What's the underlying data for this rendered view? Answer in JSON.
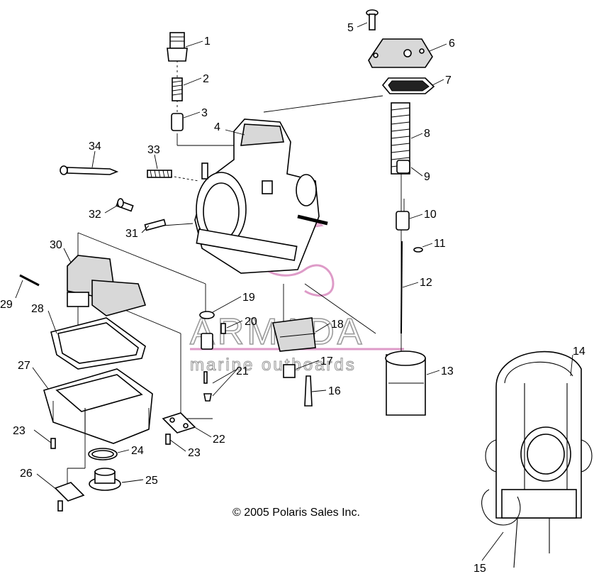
{
  "callouts": [
    "1",
    "2",
    "3",
    "4",
    "5",
    "6",
    "7",
    "8",
    "9",
    "10",
    "11",
    "12",
    "13",
    "14",
    "15",
    "16",
    "17",
    "18",
    "19",
    "20",
    "21",
    "22",
    "23",
    "23",
    "24",
    "25",
    "26",
    "27",
    "28",
    "29",
    "30",
    "31",
    "32",
    "33",
    "34"
  ],
  "copyright": "© 2005 Polaris Sales Inc.",
  "watermark": {
    "title": "ARMADA",
    "subtitle": "marine outboards"
  },
  "colors": {
    "lines": "#000000",
    "background": "#ffffff",
    "watermark_pink": "#d98abf",
    "watermark_gray": "#8a8a8a"
  }
}
